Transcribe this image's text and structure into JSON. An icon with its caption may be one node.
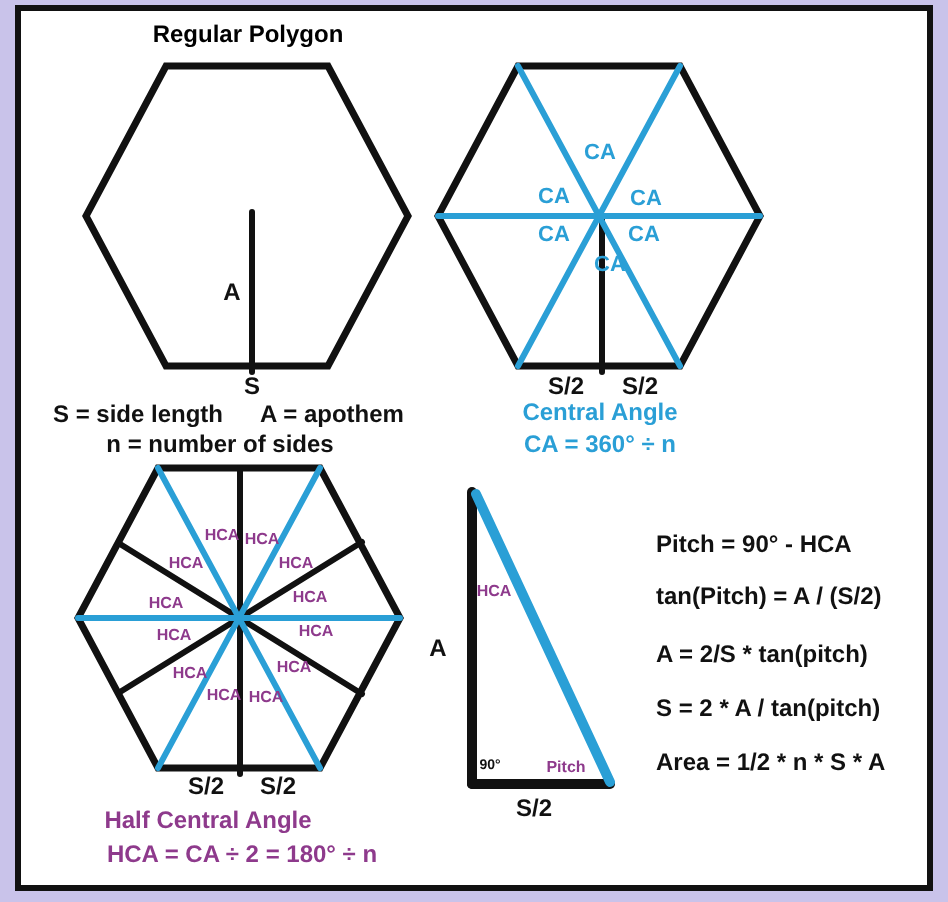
{
  "diagram": {
    "title": "Regular Polygon",
    "labels": [
      "A",
      "S",
      "S = side length",
      "A = apothem",
      "n = number of sides",
      "CA",
      "CA",
      "CA",
      "CA",
      "CA",
      "CA",
      "S/2",
      "S/2",
      "Central Angle",
      "CA = 360° ÷ n",
      "HCA",
      "HCA",
      "HCA",
      "HCA",
      "HCA",
      "HCA",
      "HCA",
      "HCA",
      "HCA",
      "HCA",
      "HCA",
      "HCA",
      "S/2",
      "S/2",
      "Half Central Angle",
      "HCA = CA ÷ 2 = 180° ÷ n",
      "A",
      "HCA",
      "90°",
      "Pitch",
      "S/2",
      "Pitch = 90° - HCA",
      "tan(Pitch) = A / (S/2)",
      "A = 2/S * tan(pitch)",
      "S = 2 * A / tan(pitch)",
      "Area = 1/2 * n * S * A"
    ]
  }
}
